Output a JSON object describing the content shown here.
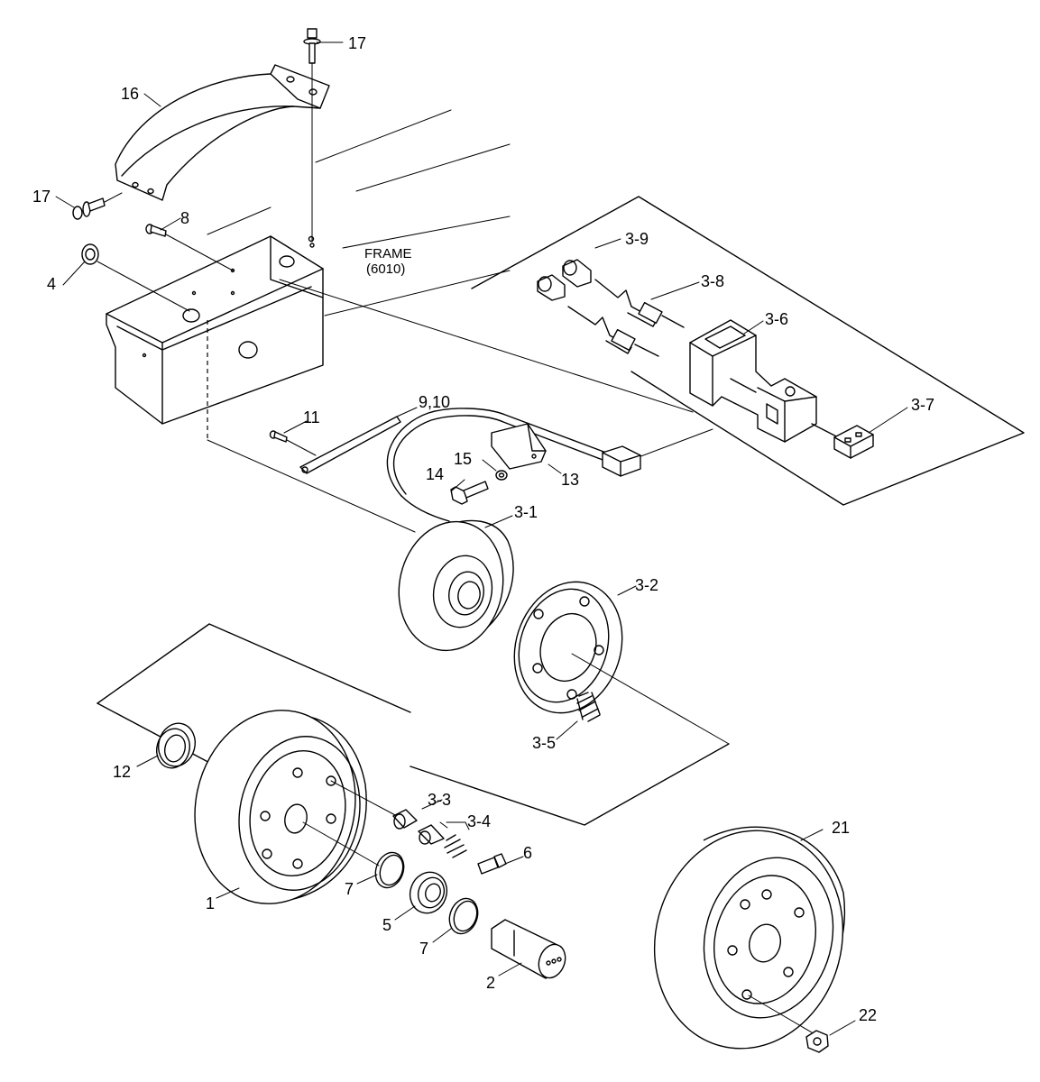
{
  "frame_label": "FRAME",
  "frame_code": "(6010)",
  "callouts": {
    "c1": "1",
    "c2": "2",
    "c3_1": "3-1",
    "c3_2": "3-2",
    "c3_3": "3-3",
    "c3_4": "3-4",
    "c3_5": "3-5",
    "c3_6": "3-6",
    "c3_7": "3-7",
    "c3_8": "3-8",
    "c3_9": "3-9",
    "c4": "4",
    "c5": "5",
    "c6": "6",
    "c7a": "7",
    "c7b": "7",
    "c8": "8",
    "c9_10": "9,10",
    "c11": "11",
    "c12": "12",
    "c13": "13",
    "c14": "14",
    "c15": "15",
    "c16": "16",
    "c17a": "17",
    "c17b": "17",
    "c21": "21",
    "c22": "22"
  }
}
